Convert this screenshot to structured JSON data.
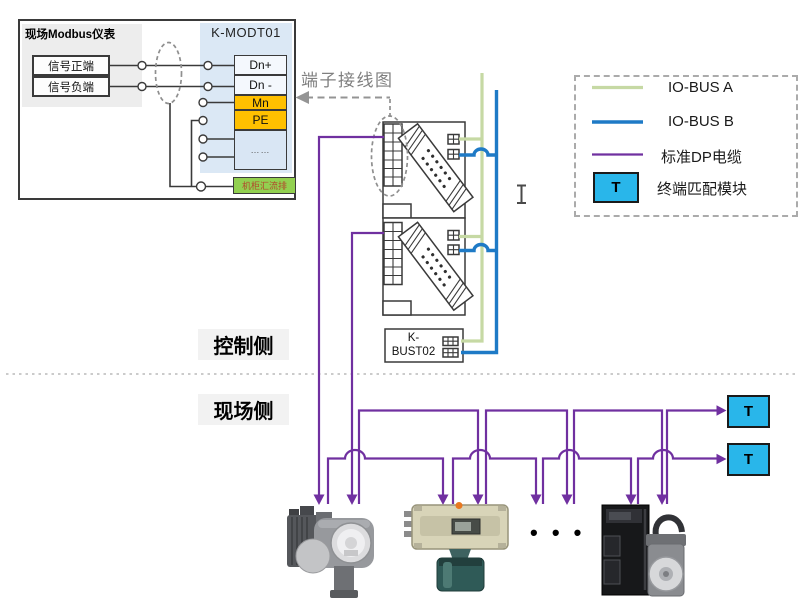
{
  "colors": {
    "io_bus_a": "#c6d9a4",
    "io_bus_b": "#1e7ac6",
    "dp_cable": "#7030a0",
    "terminator_fill": "#29b6ea",
    "orange_terminal": "#ffc000",
    "busbar_green": "#92d050",
    "panel_blue": "#dbe8f5",
    "panel_gray": "#ededed",
    "busbar_text": "#b1482b"
  },
  "instrument_box": {
    "title": "现场Modbus仪表",
    "module_name": "K-MODT01",
    "signal_positive": "信号正端",
    "signal_negative": "信号负端",
    "terminal_dn_plus": "Dn+",
    "terminal_dn_minus": "Dn -",
    "terminal_mn": "Mn",
    "terminal_pe": "PE",
    "terminal_more": "……",
    "busbar_label": "机柜汇流排"
  },
  "callout_label": "端子接线图",
  "bus_module": {
    "line1": "K-",
    "line2": "BUST02"
  },
  "side_labels": {
    "control": "控制侧",
    "field": "现场侧"
  },
  "legend": {
    "items": [
      {
        "type": "line",
        "label": "IO-BUS A"
      },
      {
        "type": "line",
        "label": "IO-BUS B"
      },
      {
        "type": "line",
        "label": "标准DP电缆"
      },
      {
        "type": "box",
        "symbol": "T",
        "label": "终端匹配模块"
      }
    ]
  },
  "terminators": {
    "t1": "T",
    "t2": "T"
  },
  "ellipsis_devices": "• • •"
}
